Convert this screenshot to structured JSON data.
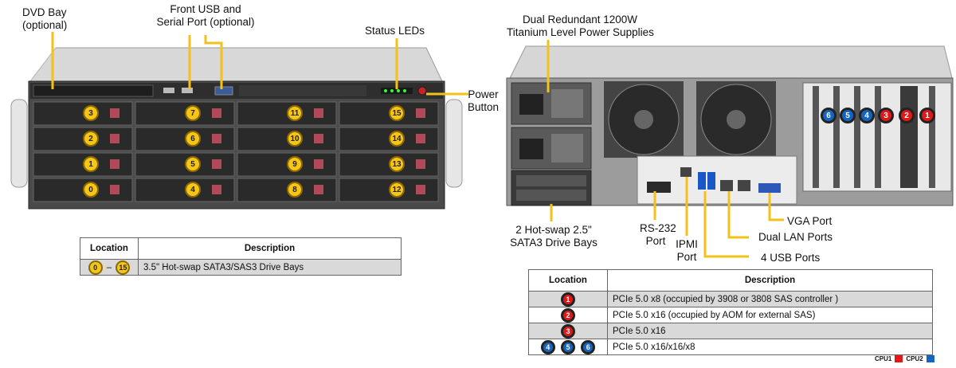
{
  "front": {
    "callouts": {
      "dvd_bay": [
        "DVD Bay",
        "(optional)"
      ],
      "front_usb": [
        "Front USB and",
        "Serial Port (optional)"
      ],
      "status_leds": "Status LEDs",
      "power_button": [
        "Power",
        "Button"
      ]
    },
    "bay_numbers": [
      [
        "3",
        "7",
        "11",
        "15"
      ],
      [
        "2",
        "6",
        "10",
        "14"
      ],
      [
        "1",
        "5",
        "9",
        "13"
      ],
      [
        "0",
        "4",
        "8",
        "12"
      ]
    ],
    "table": {
      "headers": [
        "Location",
        "Description"
      ],
      "rows": [
        {
          "loc_from": "0",
          "loc_sep": "–",
          "loc_to": "15",
          "desc": "3.5\" Hot-swap SATA3/SAS3 Drive Bays"
        }
      ]
    }
  },
  "rear": {
    "callouts": {
      "psu": [
        "Dual Redundant  1200W",
        "Titanium  Level Power Supplies"
      ],
      "drive_bays": [
        "2 Hot-swap  2.5\"",
        "SATA3 Drive Bays"
      ],
      "rs232": [
        "RS-232",
        "Port"
      ],
      "ipmi": [
        "IPMI",
        "Port"
      ],
      "vga": "VGA Port",
      "dual_lan": "Dual LAN Ports",
      "usb": "4 USB Ports"
    },
    "slots": [
      {
        "n": "6",
        "cpu": "blue"
      },
      {
        "n": "5",
        "cpu": "blue"
      },
      {
        "n": "4",
        "cpu": "blue"
      },
      {
        "n": "3",
        "cpu": "red"
      },
      {
        "n": "2",
        "cpu": "red"
      },
      {
        "n": "1",
        "cpu": "red"
      }
    ],
    "table": {
      "headers": [
        "Location",
        "Description"
      ],
      "rows": [
        {
          "locs": [
            {
              "n": "1",
              "c": "red"
            }
          ],
          "desc": "PCIe 5.0 x8 (occupied by 3908 or 3808 SAS controller )"
        },
        {
          "locs": [
            {
              "n": "2",
              "c": "red"
            }
          ],
          "desc": "PCIe 5.0 x16 (occupied by AOM for external SAS)"
        },
        {
          "locs": [
            {
              "n": "3",
              "c": "red"
            }
          ],
          "desc": "PCIe 5.0 x16"
        },
        {
          "locs": [
            {
              "n": "4",
              "c": "blue"
            },
            {
              "n": "5",
              "c": "blue"
            },
            {
              "n": "6",
              "c": "blue"
            }
          ],
          "desc": "PCIe 5.0 x16/x16/x8"
        }
      ]
    },
    "legend": [
      {
        "label": "CPU1",
        "color": "#e01818"
      },
      {
        "label": "CPU2",
        "color": "#1565c0"
      }
    ]
  }
}
